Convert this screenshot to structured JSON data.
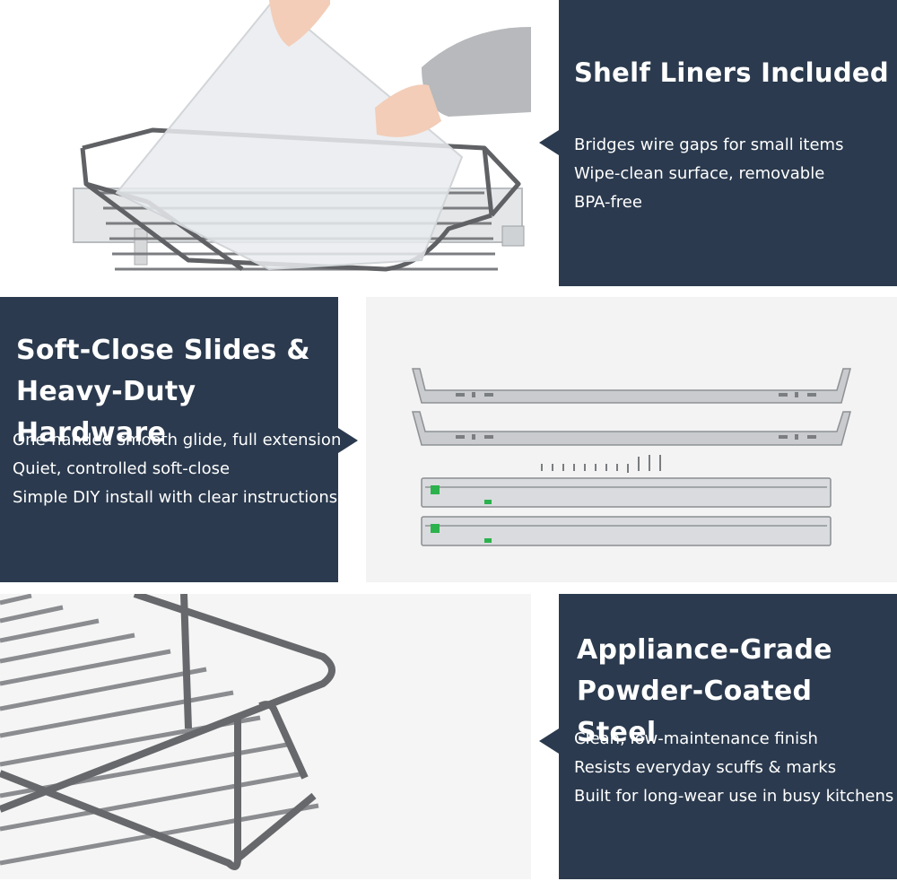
{
  "sections": [
    {
      "title_line1": "Shelf Liners Included",
      "bullets": [
        "Bridges wire gaps for small items",
        "Wipe-clean surface, removable",
        "BPA-free"
      ]
    },
    {
      "title_line1": "Soft-Close Slides &",
      "title_line2": "Heavy-Duty Hardware",
      "bullets": [
        "One-handed smooth glide, full extension",
        "Quiet, controlled soft-close",
        "Simple DIY install with clear instructions"
      ]
    },
    {
      "title_line1": "Appliance-Grade",
      "title_line2": "Powder-Coated Steel",
      "bullets": [
        "Clean, low-maintenance finish",
        "Resists everyday scuffs & marks",
        "Built for long-wear use in busy kitchens"
      ]
    }
  ],
  "icons": [
    "wire-basket-icon",
    "shelf-liner-icon",
    "bracket-icon",
    "drawer-slide-icon",
    "screw-icon"
  ],
  "colors": {
    "panel": "#2b3a4e",
    "text": "#ffffff",
    "wire": "#6e7072"
  }
}
